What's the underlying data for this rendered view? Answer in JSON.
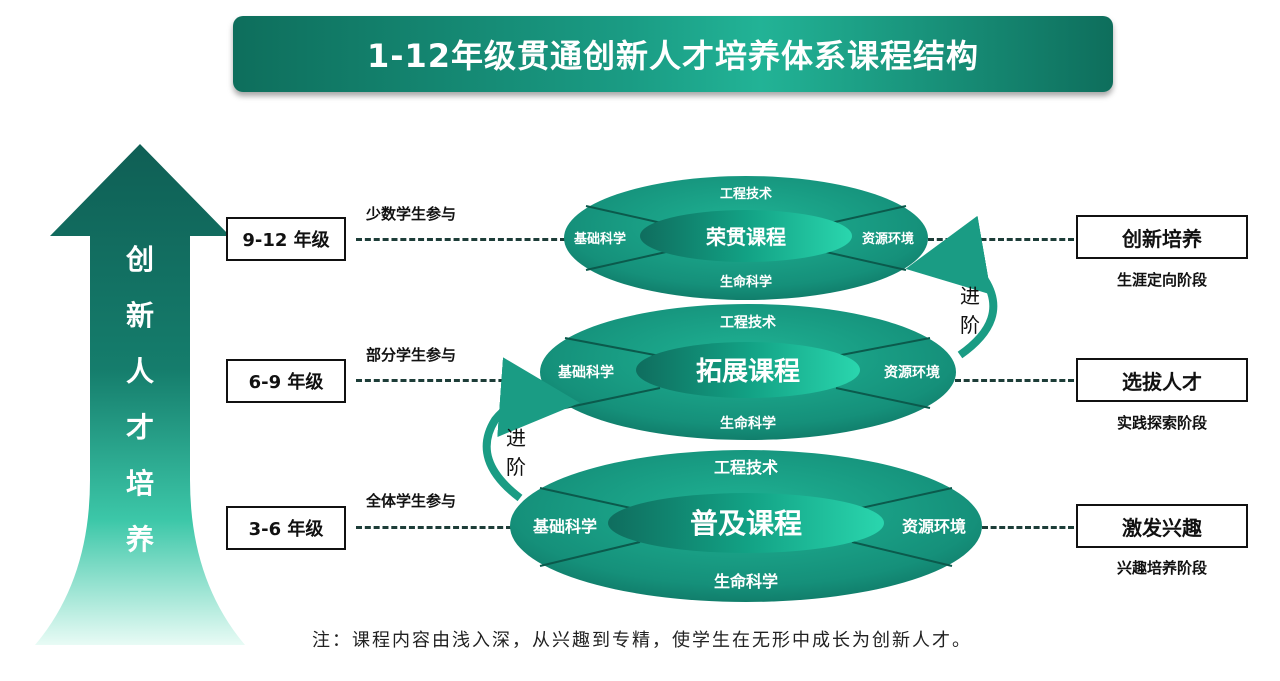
{
  "title": "1-12年级贯通创新人才培养体系课程结构",
  "arrow_label": [
    "创",
    "新",
    "人",
    "才",
    "培",
    "养"
  ],
  "tiers": [
    {
      "grade": "9-12 年级",
      "participation": "少数学生参与",
      "course": "荣贯课程",
      "top": "工程技术",
      "left": "基础科学",
      "right": "资源环境",
      "bottom": "生命科学",
      "stage": "创新培养",
      "stage_sub": "生涯定向阶段"
    },
    {
      "grade": "6-9 年级",
      "participation": "部分学生参与",
      "course": "拓展课程",
      "top": "工程技术",
      "left": "基础科学",
      "right": "资源环境",
      "bottom": "生命科学",
      "stage": "选拔人才",
      "stage_sub": "实践探索阶段"
    },
    {
      "grade": "3-6 年级",
      "participation": "全体学生参与",
      "course": "普及课程",
      "top": "工程技术",
      "left": "基础科学",
      "right": "资源环境",
      "bottom": "生命科学",
      "stage": "激发兴趣",
      "stage_sub": "兴趣培养阶段"
    }
  ],
  "advance_label_1": [
    "进",
    "阶"
  ],
  "advance_label_2": [
    "进",
    "阶"
  ],
  "note": "注：课程内容由浅入深，从兴趣到专精，使学生在无形中成长为创新人才。",
  "colors": {
    "teal_dark": "#0c6a5a",
    "teal_mid": "#1a9c84",
    "teal_light": "#22c4a0"
  }
}
